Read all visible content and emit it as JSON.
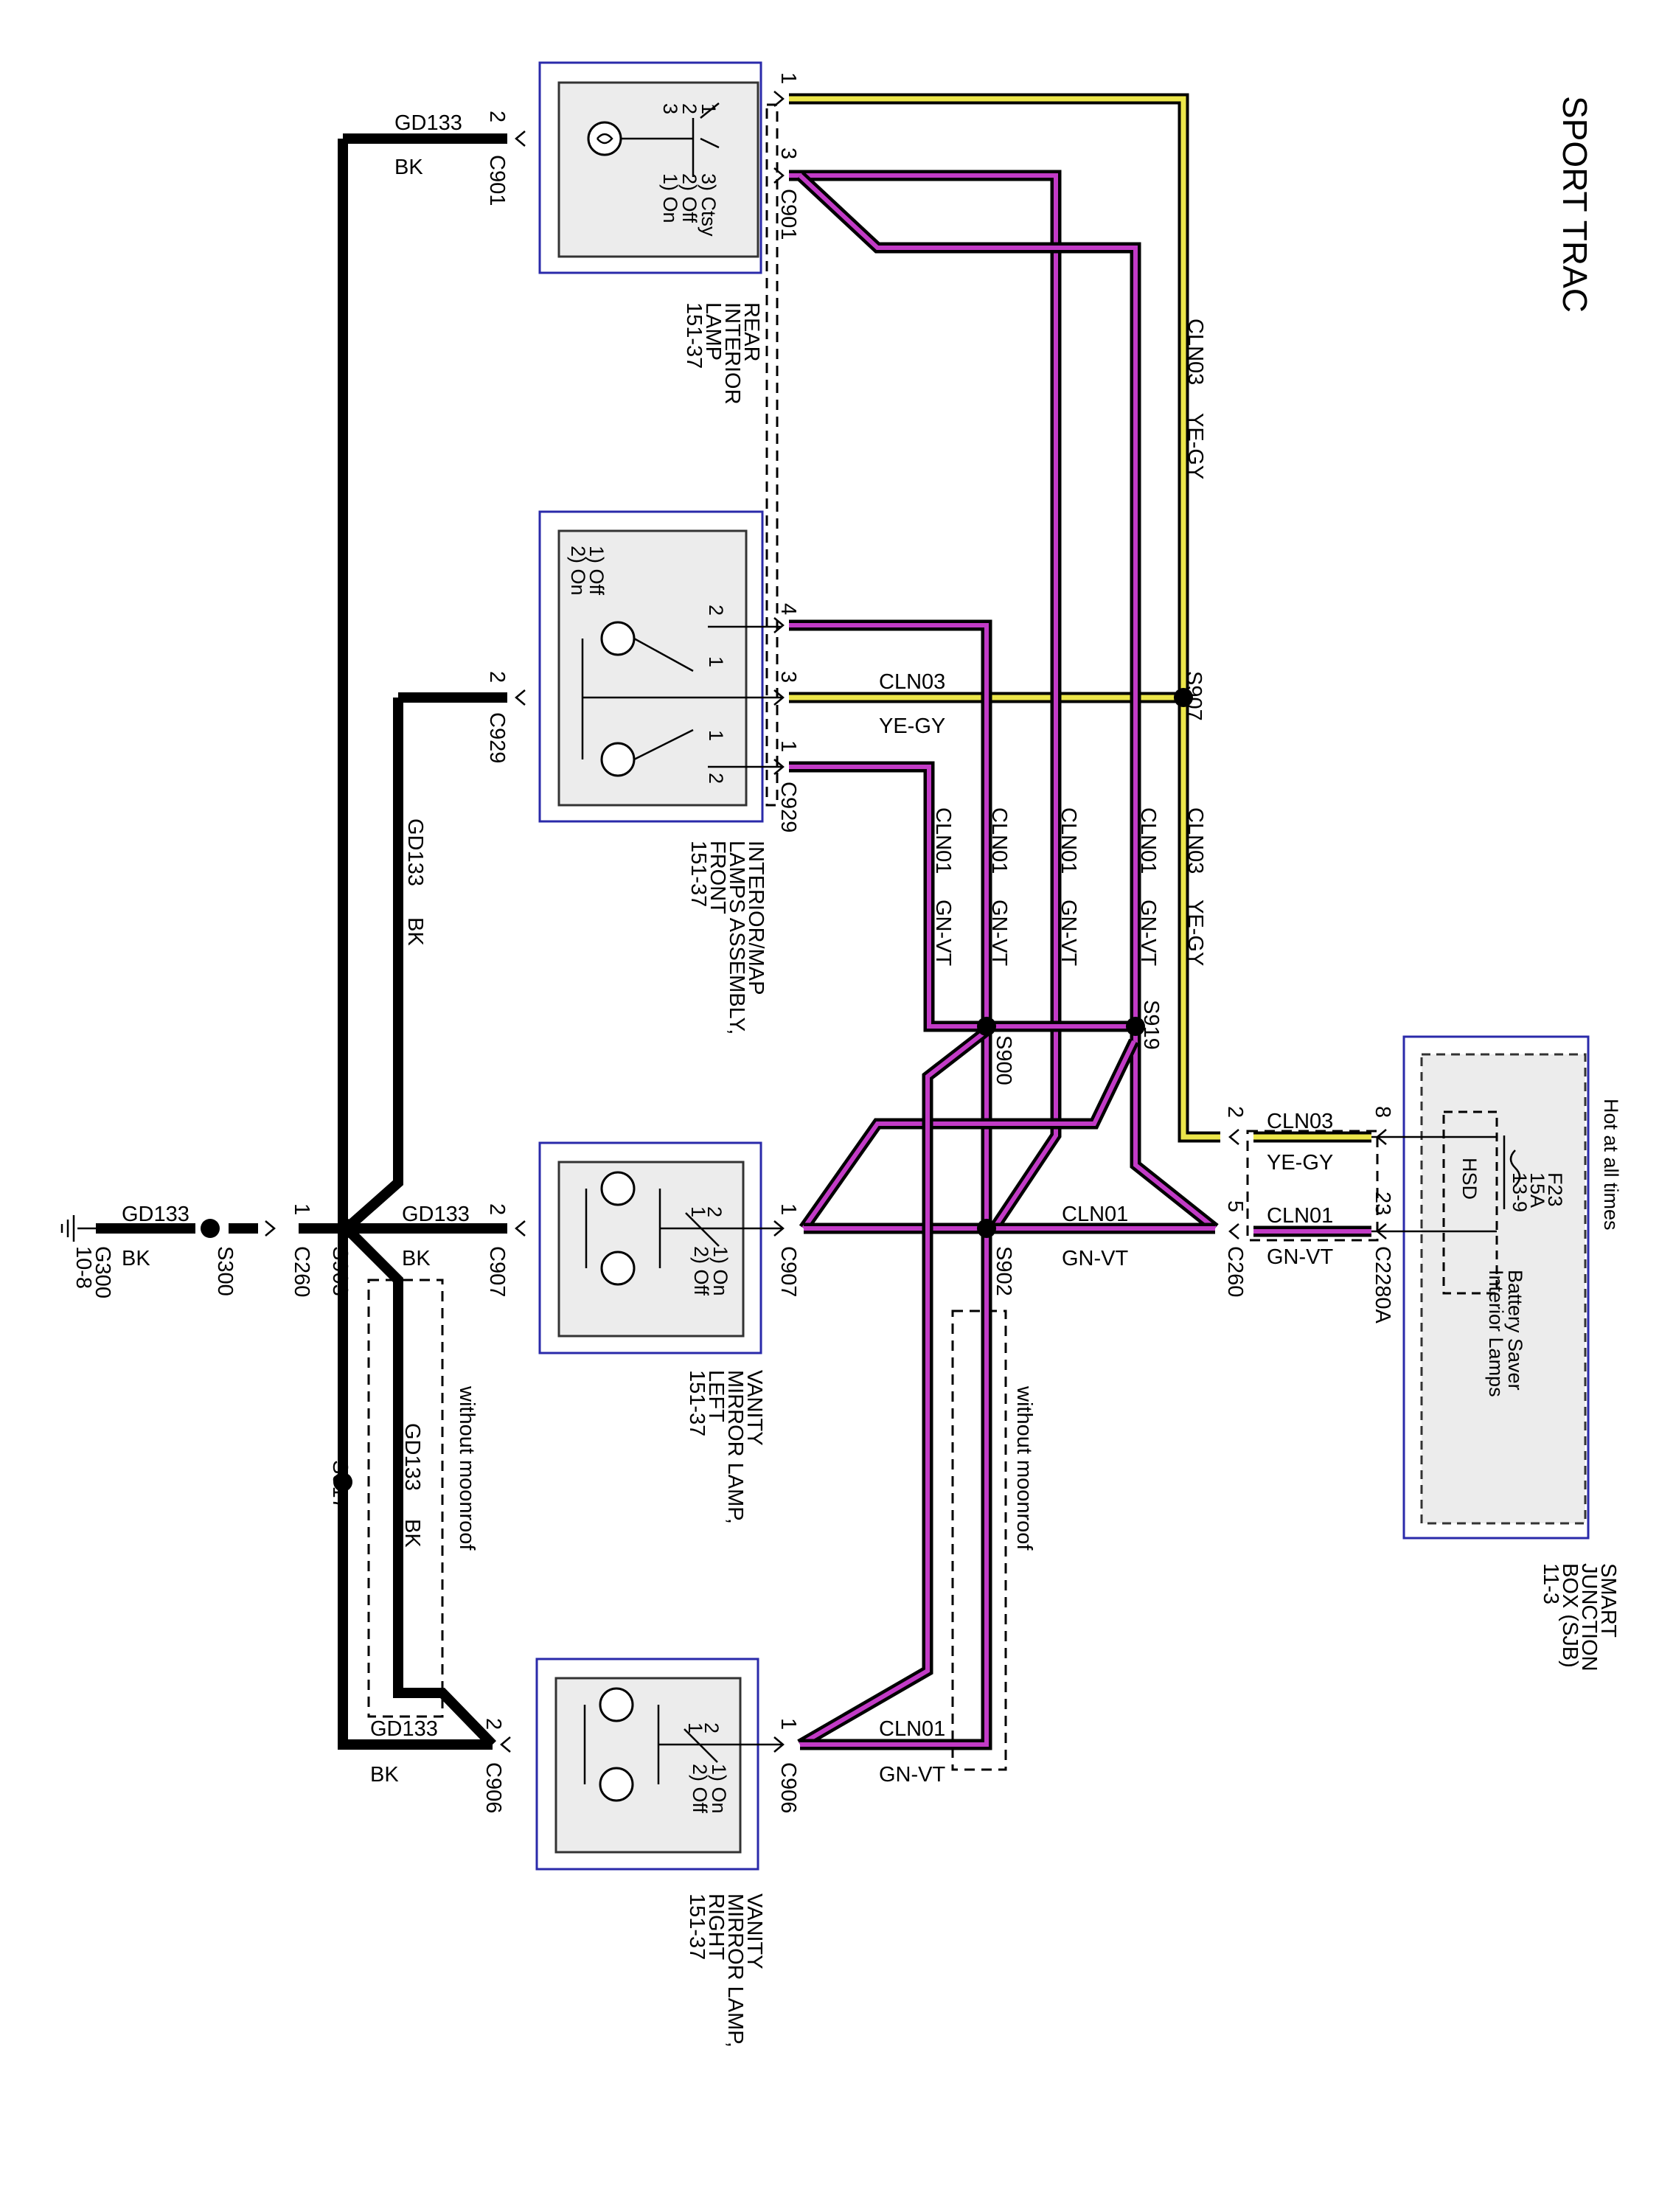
{
  "title": "SPORT TRAC",
  "components": {
    "rear_lamp": {
      "lines": [
        "REAR",
        "INTERIOR",
        "LAMP",
        "151-37"
      ],
      "switch": [
        "1) On",
        "2) Off",
        "3) Ctsy"
      ],
      "pins": [
        "3",
        "2",
        "1"
      ]
    },
    "map_lamp": {
      "lines": [
        "INTERIOR/MAP",
        "LAMPS ASSEMBLY,",
        "FRONT",
        "151-37"
      ],
      "switch": [
        "1) Off",
        "2) On"
      ],
      "pins": [
        "2",
        "1",
        "1",
        "2"
      ]
    },
    "vanity_left": {
      "lines": [
        "VANITY",
        "MIRROR LAMP,",
        "LEFT",
        "151-37"
      ],
      "switch": [
        "1) On",
        "2) Off"
      ],
      "pins": [
        "2",
        "1"
      ]
    },
    "vanity_right": {
      "lines": [
        "VANITY",
        "MIRROR LAMP,",
        "RIGHT",
        "151-37"
      ],
      "switch": [
        "1) On",
        "2) Off"
      ],
      "pins": [
        "2",
        "1"
      ]
    },
    "sjb": {
      "lines": [
        "SMART",
        "JUNCTION",
        "BOX (SJB)",
        "11-3"
      ],
      "hot": "Hot at all times",
      "fuse": [
        "F23",
        "15A",
        "13-9"
      ],
      "hsd": "HSD",
      "saver": [
        "Battery Saver",
        "Interior Lamps"
      ]
    }
  },
  "connectors": {
    "c901": "C901",
    "c929": "C929",
    "c907": "C907",
    "c906": "C906",
    "c260": "C260",
    "c2280a": "C2280A",
    "s907": "S907",
    "s919": "S919",
    "s900": "S900",
    "s902": "S902",
    "s903": "S903",
    "s917": "S917",
    "s300": "S300",
    "g300": "G300",
    "g300_ref": "10-8"
  },
  "pin_numbers": {
    "one": "1",
    "two": "2",
    "three": "3",
    "four": "4",
    "five": "5",
    "eight": "8",
    "twentythree": "23"
  },
  "circuits": {
    "gd133": "GD133",
    "bk": "BK",
    "cln01": "CLN01",
    "gnvt": "GN-VT",
    "cln03": "CLN03",
    "yegy": "YE-GY"
  },
  "notes": {
    "without_moonroof": "without moonroof"
  },
  "colors": {
    "ground_wire": "#000000",
    "cln01_wire": "#c23bc6",
    "cln03_wire": "#ece64a",
    "component_border": "#2a2aaa"
  }
}
